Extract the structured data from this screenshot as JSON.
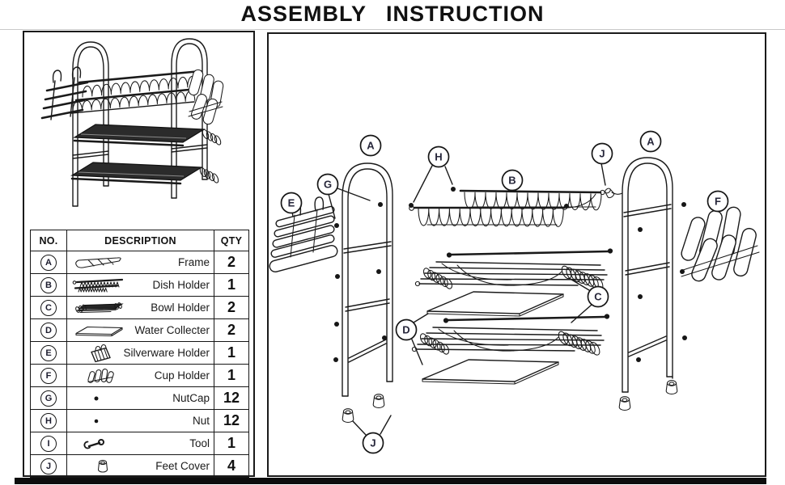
{
  "title": "ASSEMBLY INSTRUCTION",
  "parts_table": {
    "headers": {
      "no": "NO.",
      "description": "DESCRIPTION",
      "qty": "QTY"
    },
    "rows": [
      {
        "no": "A",
        "description": "Frame",
        "qty": "2",
        "icon": "frame-icon"
      },
      {
        "no": "B",
        "description": "Dish Holder",
        "qty": "1",
        "icon": "dish-holder-icon"
      },
      {
        "no": "C",
        "description": "Bowl Holder",
        "qty": "2",
        "icon": "bowl-holder-icon"
      },
      {
        "no": "D",
        "description": "Water Collecter",
        "qty": "2",
        "icon": "water-collector-icon"
      },
      {
        "no": "E",
        "description": "Silverware Holder",
        "qty": "1",
        "icon": "silverware-holder-icon"
      },
      {
        "no": "F",
        "description": "Cup Holder",
        "qty": "1",
        "icon": "cup-holder-icon"
      },
      {
        "no": "G",
        "description": "NutCap",
        "qty": "12",
        "icon": "nutcap-icon"
      },
      {
        "no": "H",
        "description": "Nut",
        "qty": "12",
        "icon": "nut-icon"
      },
      {
        "no": "I",
        "description": "Tool",
        "qty": "1",
        "icon": "tool-icon"
      },
      {
        "no": "J",
        "description": "Feet Cover",
        "qty": "4",
        "icon": "feet-cover-icon"
      }
    ]
  },
  "diagram": {
    "labels": [
      "A",
      "G",
      "E",
      "H",
      "B",
      "J",
      "A",
      "F",
      "C",
      "D",
      "J"
    ]
  },
  "colors": {
    "line": "#1a1a1a",
    "label_text": "#26263a",
    "bottom_bar": "#0d0d0d"
  }
}
